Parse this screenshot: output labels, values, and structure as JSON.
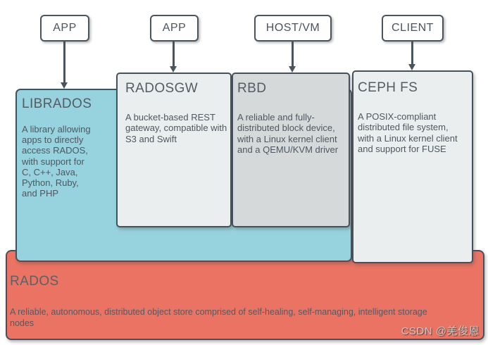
{
  "top_boxes": {
    "app1": {
      "label": "APP"
    },
    "app2": {
      "label": "APP"
    },
    "hostvm": {
      "label": "HOST/VM"
    },
    "client": {
      "label": "CLIENT"
    }
  },
  "components": {
    "librados": {
      "title": "LIBRADOS",
      "description": "A library allowing\napps to directly\naccess RADOS,\nwith support for\nC, C++, Java,\nPython, Ruby,\nand PHP"
    },
    "radosgw": {
      "title": "RADOSGW",
      "description": "A bucket-based REST\ngateway, compatible with\nS3 and Swift"
    },
    "rbd": {
      "title": "RBD",
      "description": "A reliable and fully-\ndistributed block device,\nwith a Linux kernel client\nand a QEMU/KVM driver"
    },
    "cephfs": {
      "title": "CEPH FS",
      "description": "A POSIX-compliant\ndistributed file system,\nwith a Linux kernel client\nand support for FUSE"
    },
    "rados": {
      "title": "RADOS",
      "description": "A reliable, autonomous, distributed object store comprised of self-healing, self-managing, intelligent storage\nnodes"
    }
  },
  "watermark": {
    "text": "CSDN @羌俊恩"
  },
  "colors": {
    "librados_fill": "#97d3de",
    "radosgw_fill": "#ebeeee",
    "rbd_fill": "#d6d9d9",
    "cephfs_fill": "#ebeeee",
    "rados_fill": "#ea7363",
    "top_box_fill": "#fefefe",
    "border": "#47515b",
    "arrow": "#4a545e",
    "title_text": "#535c64",
    "body_text": "#4e5761",
    "watermark_text": "#cbc7c6"
  }
}
